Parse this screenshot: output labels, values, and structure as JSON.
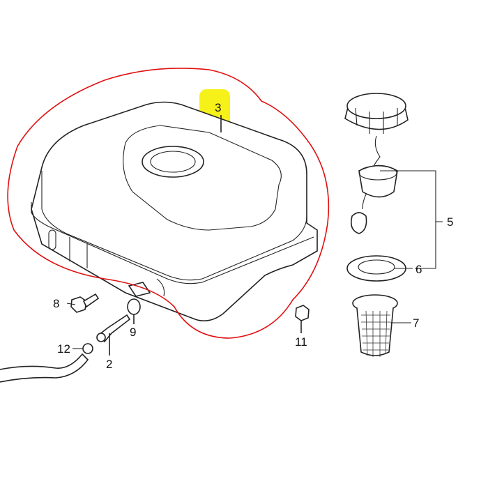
{
  "diagram": {
    "title": "Fuel tank parts diagram",
    "highlight_color": "#f5f000",
    "outline_color": "#e01010",
    "callouts": [
      {
        "id": "tank",
        "label": "3"
      },
      {
        "id": "cap-assembly",
        "label": "5"
      },
      {
        "id": "cap-packing",
        "label": "6"
      },
      {
        "id": "strainer",
        "label": "7"
      },
      {
        "id": "bolt",
        "label": "8"
      },
      {
        "id": "washer",
        "label": "9"
      },
      {
        "id": "fuel-cock",
        "label": "2"
      },
      {
        "id": "clip",
        "label": "12"
      },
      {
        "id": "nut",
        "label": "11"
      }
    ]
  }
}
